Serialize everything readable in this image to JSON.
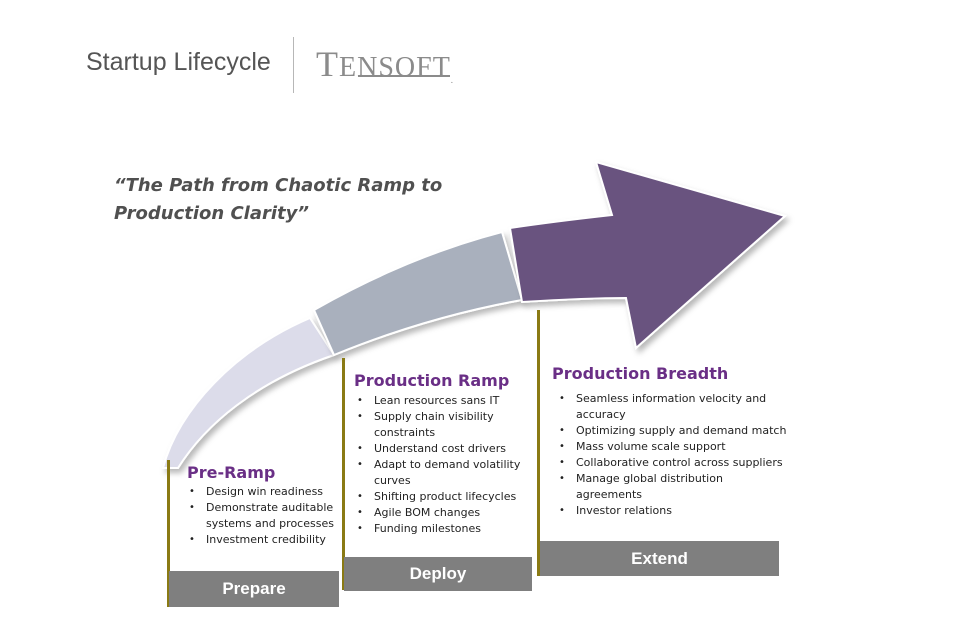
{
  "header": {
    "title": "Startup Lifecycle",
    "logo": {
      "initial": "T",
      "rest": "ENSOFT",
      "tm": "."
    }
  },
  "quote": {
    "line1": "“The Path from Chaotic Ramp to",
    "line2": "Production Clarity”"
  },
  "stages": [
    {
      "title": "Pre-Ramp",
      "phase": "Prepare",
      "color": "#dcdcea",
      "bullets": [
        "Design win readiness",
        "Demonstrate auditable systems and processes",
        "Investment credibility"
      ]
    },
    {
      "title": "Production  Ramp",
      "phase": "Deploy",
      "color": "#a9b0bd",
      "bullets": [
        "Lean resources sans IT",
        "Supply chain visibility constraints",
        "Understand cost drivers",
        "Adapt to demand volatility curves",
        "Shifting product lifecycles",
        "Agile BOM changes",
        "Funding milestones"
      ]
    },
    {
      "title": "Production  Breadth",
      "phase": "Extend",
      "color": "#69527f",
      "bullets": [
        "Seamless information velocity and accuracy",
        "Optimizing supply and demand match",
        "Mass volume scale support",
        "Collaborative control across suppliers",
        "Manage global distribution agreements",
        "Investor relations"
      ]
    }
  ]
}
